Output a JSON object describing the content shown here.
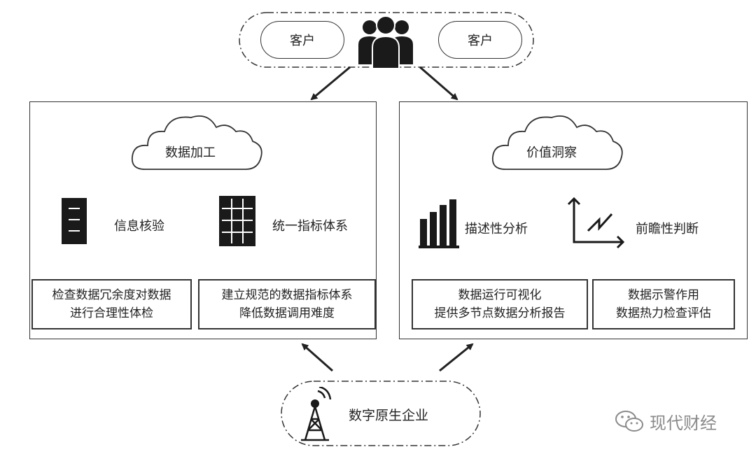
{
  "top": {
    "customer_left": "客户",
    "customer_right": "客户"
  },
  "left_panel": {
    "cloud_title": "数据加工",
    "branch_1": {
      "label": "信息核验",
      "box_line1": "检查数据冗余度对数据",
      "box_line2": "进行合理性体检"
    },
    "branch_2": {
      "label": "统一指标体系",
      "box_line1": "建立规范的数据指标体系",
      "box_line2": "降低数据调用难度"
    }
  },
  "right_panel": {
    "cloud_title": "价值洞察",
    "branch_1": {
      "label": "描述性分析",
      "box_line1": "数据运行可视化",
      "box_line2": "提供多节点数据分析报告"
    },
    "branch_2": {
      "label": "前瞻性判断",
      "box_line1": "数据示警作用",
      "box_line2": "数据热力检查评估"
    }
  },
  "bottom": {
    "label": "数字原生企业"
  },
  "watermark": {
    "text": "现代财经"
  }
}
